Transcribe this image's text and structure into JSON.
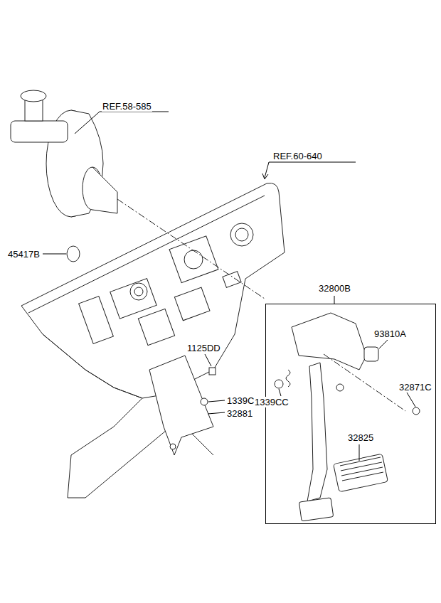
{
  "diagram": {
    "nodes": [
      {
        "text": [
          "32800B"
        ]
      }
    ],
    "labels": [
      "REF.58-585",
      "REF.60-640",
      "45417B",
      "1125DD",
      "1339CC",
      "32881",
      "93810A",
      "32871C",
      "1339CC",
      "32825"
    ]
  }
}
